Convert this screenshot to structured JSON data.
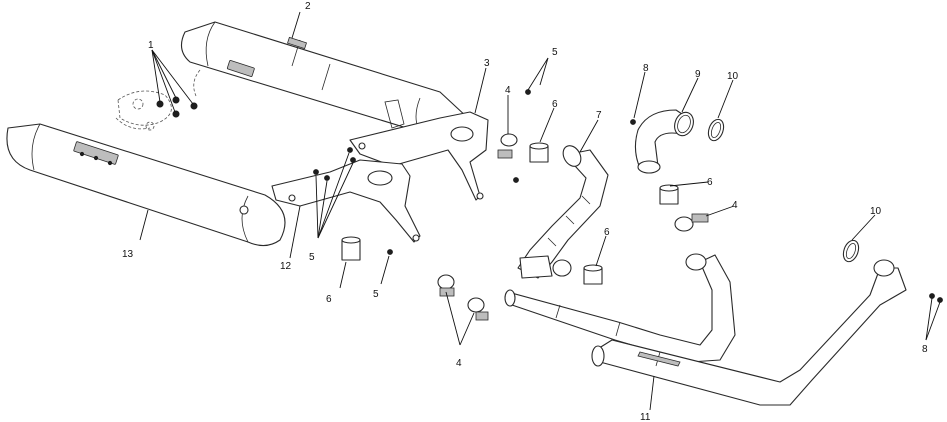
{
  "diagram": {
    "callouts": [
      {
        "id": "c1",
        "text": "1"
      },
      {
        "id": "c2",
        "text": "2"
      },
      {
        "id": "c3",
        "text": "3"
      },
      {
        "id": "c4a",
        "text": "4"
      },
      {
        "id": "c4b",
        "text": "4"
      },
      {
        "id": "c4c",
        "text": "4"
      },
      {
        "id": "c5a",
        "text": "5"
      },
      {
        "id": "c5b",
        "text": "5"
      },
      {
        "id": "c5c",
        "text": "5"
      },
      {
        "id": "c6a",
        "text": "6"
      },
      {
        "id": "c6b",
        "text": "6"
      },
      {
        "id": "c6c",
        "text": "6"
      },
      {
        "id": "c6d",
        "text": "6"
      },
      {
        "id": "c7",
        "text": "7"
      },
      {
        "id": "c8a",
        "text": "8"
      },
      {
        "id": "c8b",
        "text": "8"
      },
      {
        "id": "c9",
        "text": "9"
      },
      {
        "id": "c10a",
        "text": "10"
      },
      {
        "id": "c10b",
        "text": "10"
      },
      {
        "id": "c11",
        "text": "11"
      },
      {
        "id": "c12",
        "text": "12"
      },
      {
        "id": "c13",
        "text": "13"
      }
    ]
  }
}
